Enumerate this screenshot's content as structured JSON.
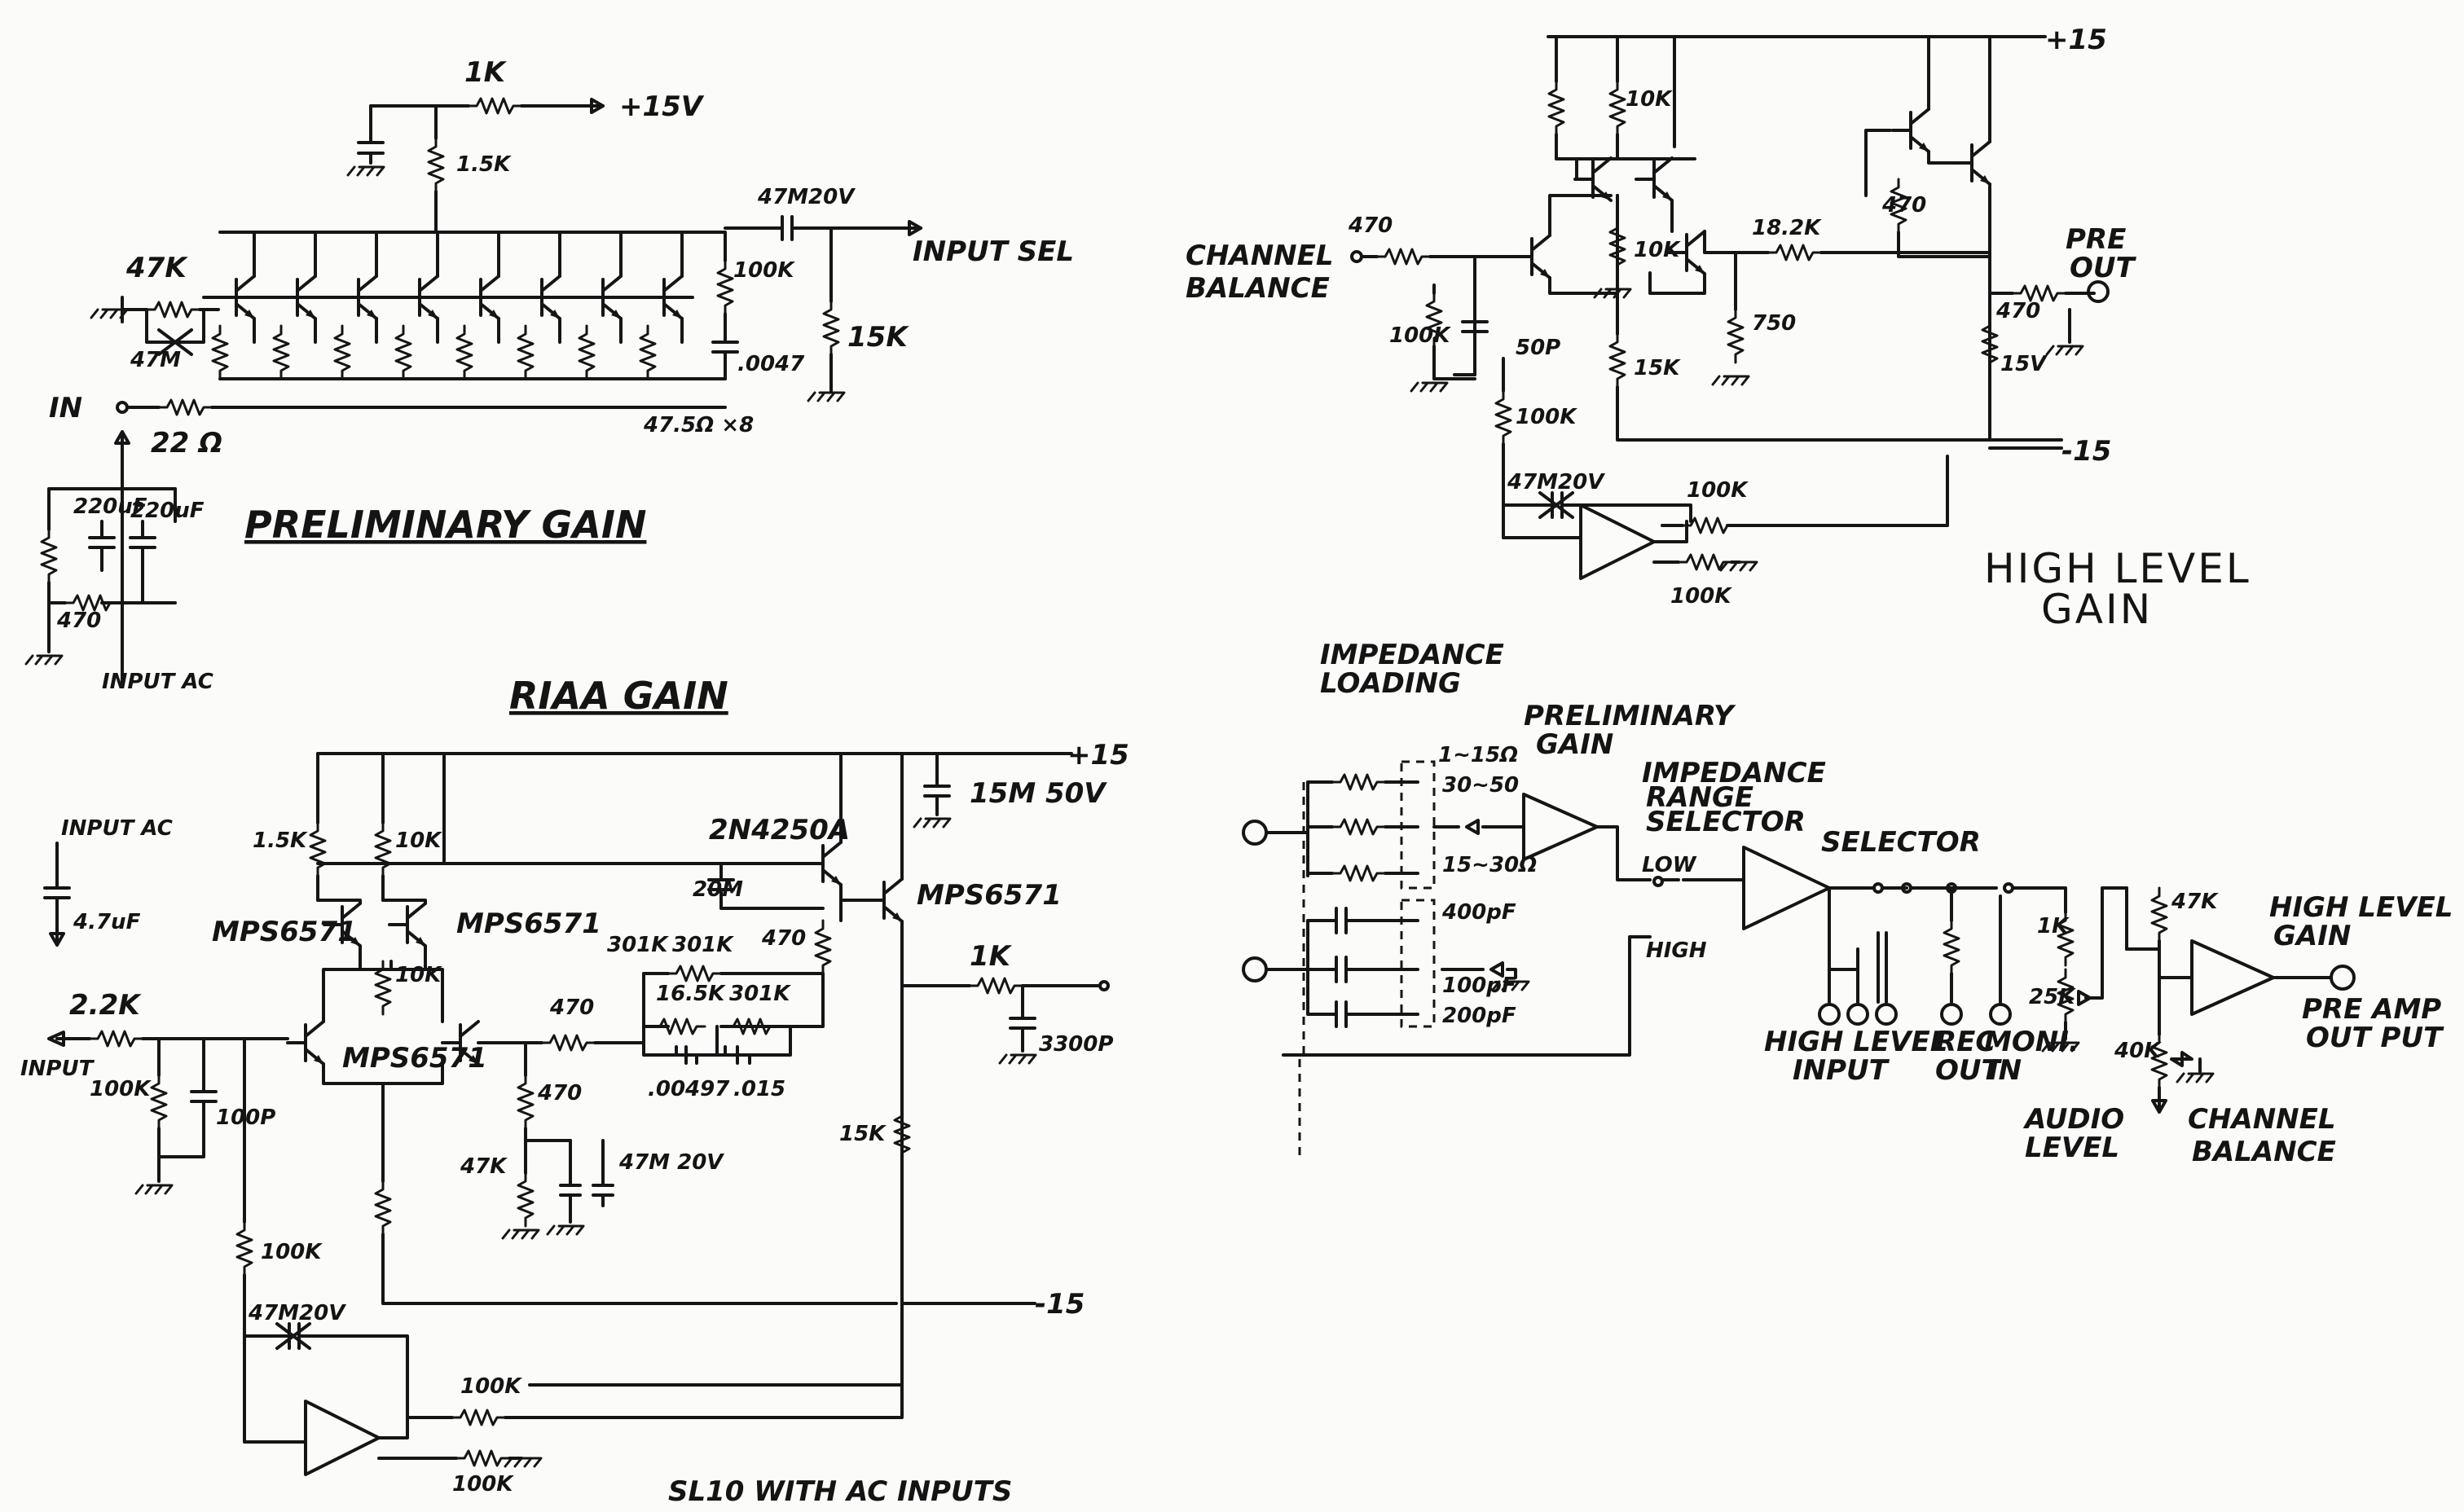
{
  "preliminary_gain": {
    "title": "PRELIMINARY GAIN",
    "labels": {
      "r_1k": "1K",
      "plus15v": "+15V",
      "r_15k_top": "1.5K",
      "cap_47m20v": "47M20V",
      "input_sel": "INPUT SEL",
      "r_47k": "47K",
      "r_100k": "100K",
      "r_15k_out": "15K",
      "cap_0047": ".0047",
      "in": "IN",
      "r_47m": "47M",
      "r_22": "22 Ω",
      "r_475x8": "47.5Ω ×8",
      "cap_220a": "220uF",
      "cap_220b": "220uF",
      "r_470": "470",
      "input_ac": "INPUT AC"
    }
  },
  "high_level_gain": {
    "title_line1": "HIGH LEVEL",
    "title_line2": "GAIN",
    "labels": {
      "plus15": "+15",
      "minus15": "-15",
      "r_10k_a": "10K",
      "r_470_in": "470",
      "channel": "CHANNEL",
      "balance": "BALANCE",
      "r_10k_b": "10K",
      "r_182k": "18.2K",
      "r_470_b": "470",
      "pre": "PRE",
      "out": "OUT",
      "r_100k_v": "100K",
      "cap_50p": "50P",
      "r_750": "750",
      "r_15k": "15K",
      "r_470_c": "470",
      "r_15v": "15V",
      "r_100k_fb": "100K",
      "cap_47m20v": "47M20V",
      "r_100k_a": "100K",
      "r_100k_b": "100K"
    }
  },
  "riaa_gain": {
    "title": "RIAA GAIN",
    "labels": {
      "plus15": "+15",
      "minus15": "-15",
      "r_15k": "1.5K",
      "r_10k": "10K",
      "q_2n4250a": "2N4250A",
      "cap_15m50v": "15M 50V",
      "cap_20m": "20M",
      "q_mps_left": "MPS6571",
      "q_mps_right": "MPS6571",
      "q_mps_center": "MPS6571",
      "q_mps_out": "MPS6571",
      "input_ac": "INPUT AC",
      "cap_47uf": "4.7uF",
      "r_22k": "2.2K",
      "input": "INPUT",
      "r_301k_a": "301K",
      "r_301k_b": "301K",
      "r_301k_c": "301K",
      "r_165k": "16.5K",
      "r_470_a": "470",
      "r_470_b": "470",
      "r_470_c": "470",
      "r_1k": "1K",
      "cap_3300p": "3300P",
      "r_10k_c": "10K",
      "cap_00497": ".00497",
      "cap_015": ".015",
      "r_100k": "100K",
      "cap_100p": "100P",
      "r_47k": "47K",
      "cap_47m20v_a": "47M 20V",
      "r_15k_b": "15K",
      "r_100k_fb": "100K",
      "cap_47m20v_b": "47M20V",
      "r_100k_a": "100K",
      "r_100k_b": "100K",
      "footer": "SL10   WITH AC INPUTS"
    }
  },
  "block_diagram": {
    "labels": {
      "impedance": "IMPEDANCE",
      "loading": "LOADING",
      "prelim": "PRELIMINARY",
      "gain": "GAIN",
      "range1": "1~15Ω",
      "range2": "30~50",
      "range3": "15~30Ω",
      "imp_range_1": "IMPEDANCE",
      "imp_range_2": "RANGE",
      "imp_range_3": "SELECTOR",
      "low": "LOW",
      "high": "HIGH",
      "selector": "SELECTOR",
      "c_400pf": "400pF",
      "c_100pf": "100pF",
      "c_200pf": "200pF",
      "high_level_input_1": "HIGH LEVEL",
      "high_level_input_2": "INPUT",
      "rec": "REC",
      "rec_out": "OUT",
      "moni": "MONI.",
      "moni_in": "IN",
      "r_1k": "1K",
      "r_25k": "25K",
      "r_47k": "47K",
      "r_40k": "40K",
      "hlg_1": "HIGH LEVEL",
      "hlg_2": "GAIN",
      "preamp_1": "PRE AMP",
      "preamp_2": "OUT PUT",
      "audio_1": "AUDIO",
      "audio_2": "LEVEL",
      "chbal_1": "CHANNEL",
      "chbal_2": "BALANCE"
    }
  }
}
